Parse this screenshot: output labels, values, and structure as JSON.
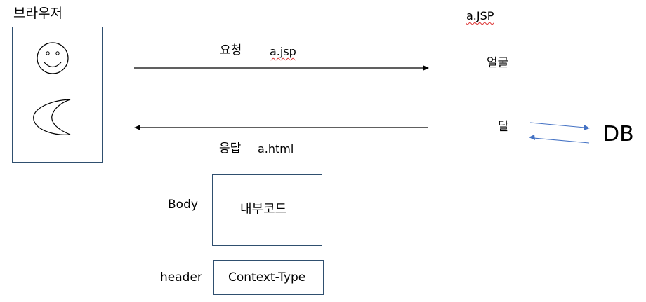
{
  "browser": {
    "title": "브라우저"
  },
  "jsp": {
    "title": "a.JSP",
    "face_label": "얼굴",
    "moon_label": "달"
  },
  "request": {
    "label": "요청",
    "file": "a.jsp"
  },
  "response": {
    "label": "응답",
    "file": "a.html"
  },
  "db": {
    "label": "DB"
  },
  "body_box": {
    "side_label": "Body",
    "content": "내부코드"
  },
  "header_box": {
    "side_label": "header",
    "content": "Context-Type"
  },
  "colors": {
    "box_border": "#2f4f6f",
    "db_arrow": "#4472c4",
    "main_arrow": "#000000",
    "spellcheck_underline": "#dd3333"
  }
}
